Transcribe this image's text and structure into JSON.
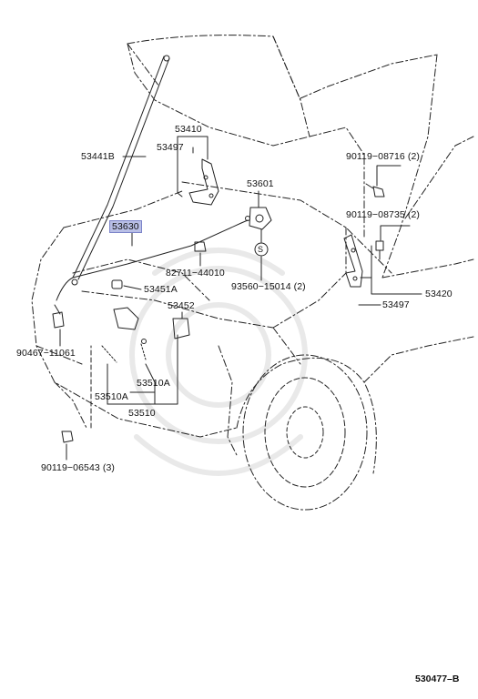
{
  "diagram": {
    "reference_code": "530477–B",
    "highlighted_part": "53630",
    "parts": [
      {
        "id": "53410",
        "text": "53410"
      },
      {
        "id": "53497a",
        "text": "53497"
      },
      {
        "id": "53441b",
        "text": "53441B"
      },
      {
        "id": "53630",
        "text": "53630"
      },
      {
        "id": "53601",
        "text": "53601"
      },
      {
        "id": "90119-08716",
        "text": "90119−08716 (2)"
      },
      {
        "id": "90119-08735",
        "text": "90119−08735 (2)"
      },
      {
        "id": "82711-44010",
        "text": "82711−44010"
      },
      {
        "id": "93560-15014",
        "text": "93560−15014 (2)"
      },
      {
        "id": "53451a",
        "text": "53451A"
      },
      {
        "id": "53420",
        "text": "53420"
      },
      {
        "id": "53497b",
        "text": "53497"
      },
      {
        "id": "53452",
        "text": "53452"
      },
      {
        "id": "90467-11061",
        "text": "90467−11061"
      },
      {
        "id": "53510a-1",
        "text": "53510A"
      },
      {
        "id": "53510a-2",
        "text": "53510A"
      },
      {
        "id": "53510",
        "text": "53510"
      },
      {
        "id": "90119-06543",
        "text": "90119−06543 (3)"
      }
    ],
    "screw_symbol": "S"
  }
}
